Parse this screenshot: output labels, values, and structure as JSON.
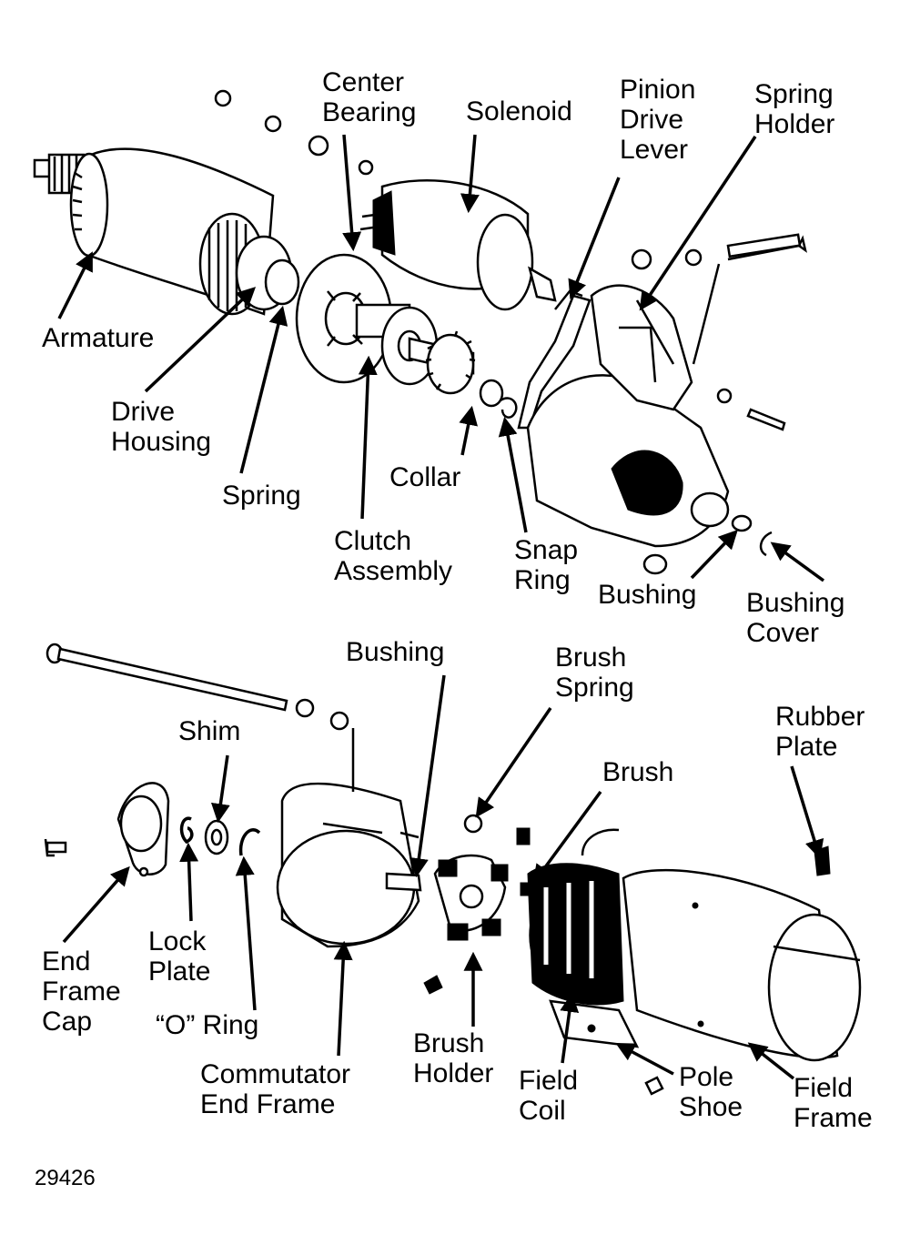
{
  "figure_number": "29426",
  "labels": {
    "armature": [
      "Armature"
    ],
    "drive_housing": [
      "Drive",
      "Housing"
    ],
    "spring": [
      "Spring"
    ],
    "center_bearing": [
      "Center",
      "Bearing"
    ],
    "solenoid": [
      "Solenoid"
    ],
    "pinion_drive_lever": [
      "Pinion",
      "Drive",
      "Lever"
    ],
    "spring_holder": [
      "Spring",
      "Holder"
    ],
    "collar": [
      "Collar"
    ],
    "clutch_assembly": [
      "Clutch",
      "Assembly"
    ],
    "snap_ring": [
      "Snap",
      "Ring"
    ],
    "bushing_top": [
      "Bushing"
    ],
    "bushing_cover": [
      "Bushing",
      "Cover"
    ],
    "bushing_bottom": [
      "Bushing"
    ],
    "brush_spring": [
      "Brush",
      "Spring"
    ],
    "rubber_plate": [
      "Rubber",
      "Plate"
    ],
    "shim": [
      "Shim"
    ],
    "brush": [
      "Brush"
    ],
    "end_frame_cap": [
      "End",
      "Frame",
      "Cap"
    ],
    "lock_plate": [
      "Lock",
      "Plate"
    ],
    "o_ring": [
      "“O” Ring"
    ],
    "commutator_end_frame": [
      "Commutator",
      "End Frame"
    ],
    "brush_holder": [
      "Brush",
      "Holder"
    ],
    "field_coil": [
      "Field",
      "Coil"
    ],
    "pole_shoe": [
      "Pole",
      "Shoe"
    ],
    "field_frame": [
      "Field",
      "Frame"
    ]
  }
}
